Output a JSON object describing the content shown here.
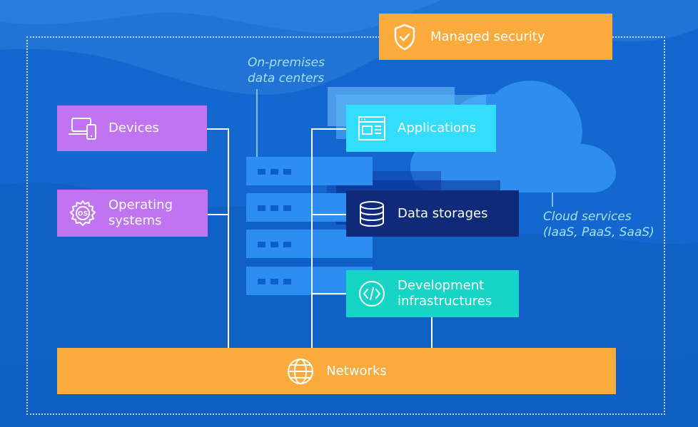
{
  "diagram": {
    "managed_security": {
      "label": "Managed security",
      "icon": "shield-check-icon"
    },
    "devices": {
      "label": "Devices",
      "icon": "laptop-phone-icon"
    },
    "operating_systems": {
      "label": "Operating\nsystems",
      "icon": "os-gear-icon"
    },
    "on_premises": {
      "caption": "On-premises\ndata centers",
      "icon": "server-rack-icon"
    },
    "applications": {
      "label": "Applications",
      "icon": "browser-window-icon"
    },
    "data_storages": {
      "label": "Data storages",
      "icon": "database-icon"
    },
    "development": {
      "label": "Development\ninfrastructures",
      "icon": "code-icon"
    },
    "cloud": {
      "caption": "Cloud services\n(IaaS, PaaS, SaaS)",
      "icon": "cloud-icon"
    },
    "networks": {
      "label": "Networks",
      "icon": "globe-icon"
    }
  },
  "colors": {
    "background": "#1467cf",
    "purple": "#c174f1",
    "cyan": "#33ddfe",
    "navy": "#0e2a78",
    "teal": "#16d5c7",
    "orange": "#fbaa3c",
    "caption": "#9fe2ff"
  }
}
